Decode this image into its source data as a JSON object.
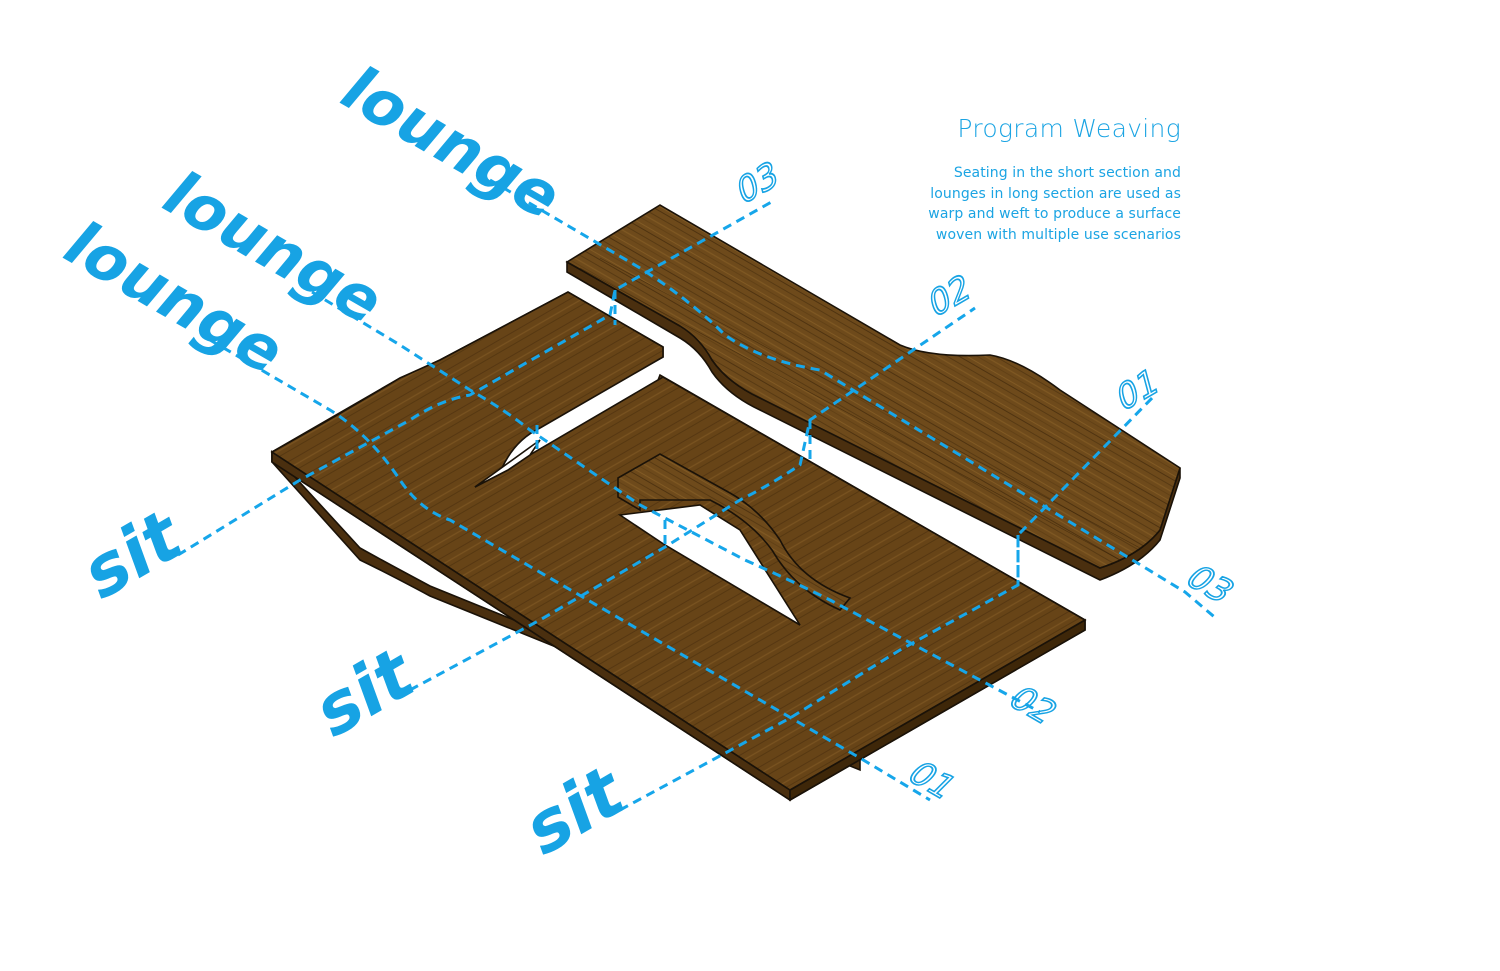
{
  "title": "Program Weaving",
  "description": [
    "Seating in the short section and",
    "lounges in long section are used as",
    "warp and weft to produce a surface",
    "woven with multiple use scenarios"
  ],
  "labels": {
    "lounge_1": "lounge",
    "lounge_2": "lounge",
    "lounge_3": "lounge",
    "sit_1": "sit",
    "sit_2": "sit",
    "sit_3": "sit",
    "long_sections": [
      "01",
      "02",
      "03"
    ],
    "short_sections": [
      "01",
      "02",
      "03"
    ]
  },
  "colors": {
    "accent": "#1ba4e3",
    "wood_top": "#6b4719",
    "wood_side": "#4a2f0f",
    "edge": "#1a1208"
  }
}
